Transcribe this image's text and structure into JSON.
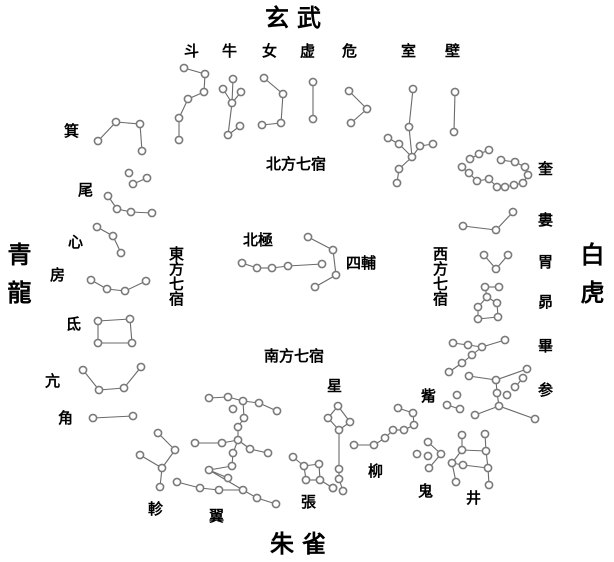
{
  "quadrants": {
    "north": "玄武",
    "east": "青龍",
    "west": "白虎",
    "south": "朱雀"
  },
  "groups": {
    "north": "北方七宿",
    "east": "東方七宿",
    "west": "西方七宿",
    "south": "南方七宿"
  },
  "center": {
    "pole": "北極",
    "four_assistants": "四輔"
  },
  "mansions": {
    "dou": "斗",
    "niu": "牛",
    "nv": "女",
    "xu": "虚",
    "wei_n": "危",
    "shi": "室",
    "bi": "壁",
    "kui": "奎",
    "lou": "婁",
    "wei_w": "胃",
    "mao": "昴",
    "bi_w": "畢",
    "shen": "参",
    "zi": "觜",
    "jing": "井",
    "gui": "鬼",
    "liu": "柳",
    "xing": "星",
    "zhang": "張",
    "yi": "翼",
    "zhen": "軫",
    "jiao": "角",
    "kang": "亢",
    "di": "氐",
    "fang": "房",
    "xin": "心",
    "wei_e": "尾",
    "ji": "箕"
  },
  "colors": {
    "star_stroke": "#7a7a7a",
    "line": "#6a6a6a",
    "text": "#000000"
  }
}
